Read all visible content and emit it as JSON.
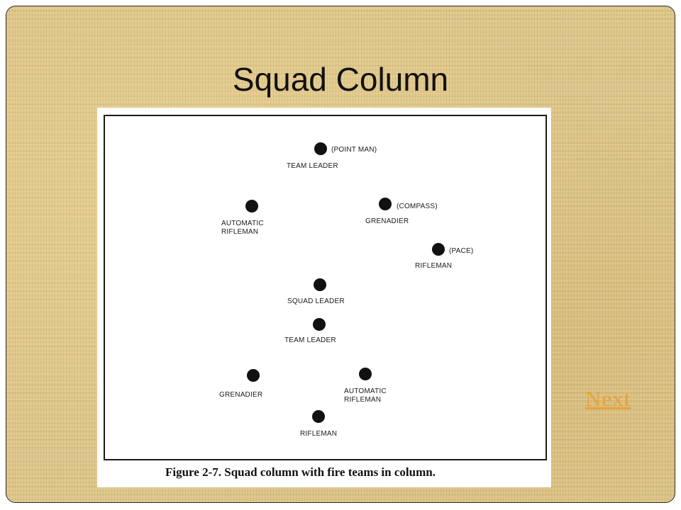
{
  "slide": {
    "title": "Squad Column",
    "next_label": "Next"
  },
  "figure": {
    "caption": "Figure 2-7. Squad column with fire teams in column.",
    "members": [
      {
        "id": "point-team-leader",
        "label_lines": [
          "TEAM LEADER"
        ],
        "note": "(POINT MAN)"
      },
      {
        "id": "automatic-rifleman-1",
        "label_lines": [
          "AUTOMATIC",
          "RIFLEMAN"
        ],
        "note": ""
      },
      {
        "id": "grenadier-1",
        "label_lines": [
          "GRENADIER"
        ],
        "note": "(COMPASS)"
      },
      {
        "id": "rifleman-1",
        "label_lines": [
          "RIFLEMAN"
        ],
        "note": "(PACE)"
      },
      {
        "id": "squad-leader",
        "label_lines": [
          "SQUAD LEADER"
        ],
        "note": ""
      },
      {
        "id": "team-leader-2",
        "label_lines": [
          "TEAM LEADER"
        ],
        "note": ""
      },
      {
        "id": "grenadier-2",
        "label_lines": [
          "GRENADIER"
        ],
        "note": ""
      },
      {
        "id": "automatic-rifleman-2",
        "label_lines": [
          "AUTOMATIC",
          "RIFLEMAN"
        ],
        "note": ""
      },
      {
        "id": "rifleman-2",
        "label_lines": [
          "RIFLEMAN"
        ],
        "note": ""
      }
    ]
  },
  "colors": {
    "background": "#ddc58a",
    "link": "#e8a23a",
    "ink": "#111111"
  }
}
